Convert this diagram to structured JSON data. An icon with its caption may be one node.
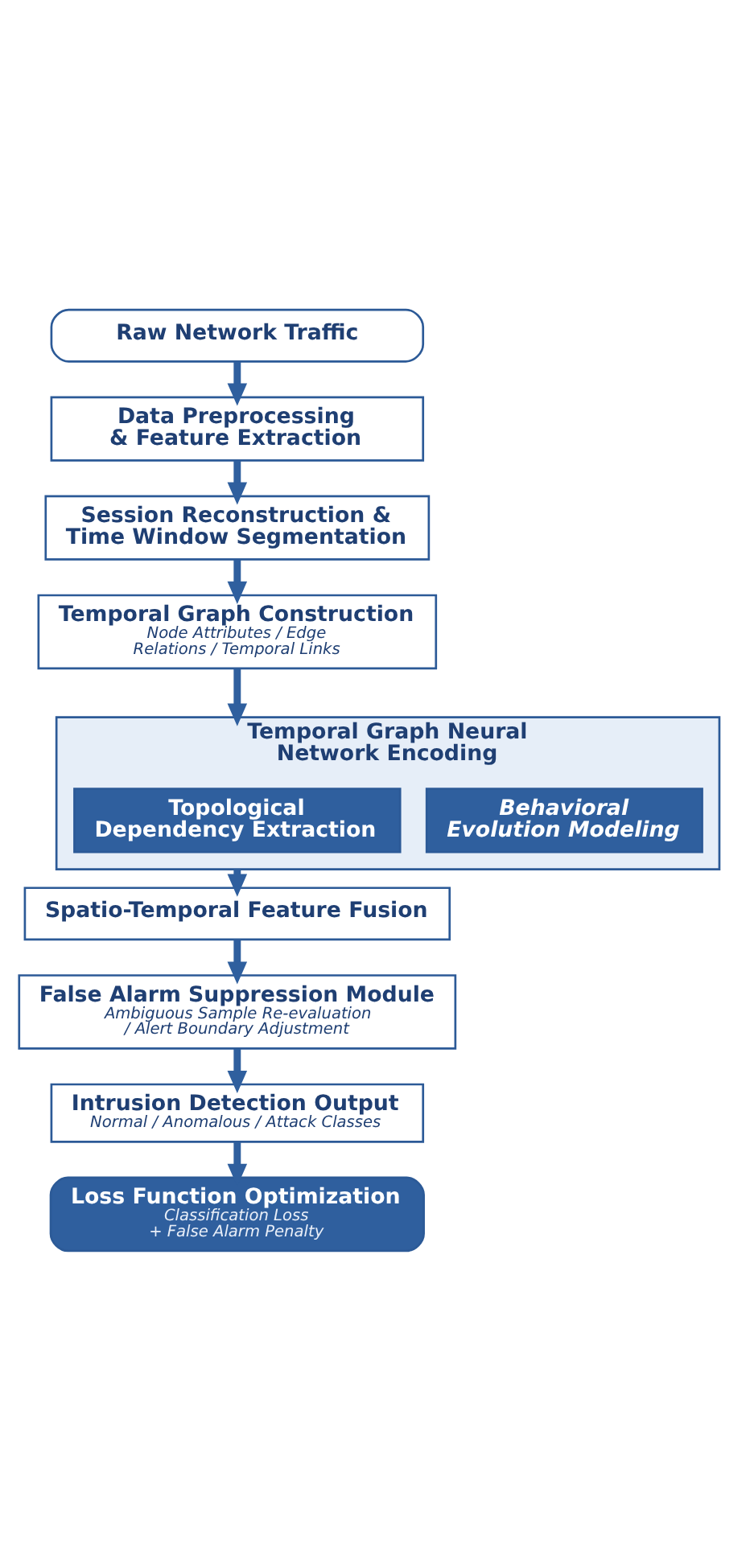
{
  "diagram": {
    "nodes": [
      {
        "text": [
          "Raw Network Traffic"
        ]
      },
      {
        "text": [
          "Data Preprocessing & Feature Extraction"
        ]
      },
      {
        "text": [
          "Session Reconstruction & Time Window Segmentation"
        ]
      },
      {
        "text": [
          "Temporal Graph Construction",
          "Node Attributes / Edge Relations / Temporal Links"
        ]
      },
      {
        "text": [
          "Temporal Graph Neural Network Encoding"
        ]
      },
      {
        "text": [
          "Topological Dependency Extraction"
        ],
        "in": 4
      },
      {
        "text": [
          "Behavioral Evolution Modeling"
        ],
        "in": 4
      },
      {
        "text": [
          "Spatio-Temporal Feature Fusion"
        ]
      },
      {
        "text": [
          "False Alarm Suppression Module",
          "Ambiguous Sample Re-evaluation / Alert Boundary Adjustment"
        ]
      },
      {
        "text": [
          "Intrusion Detection Output",
          "Normal / Anomalous / Attack Classes"
        ]
      },
      {
        "text": [
          "Loss Function Optimization",
          "Classification Loss + False Alarm Penalty"
        ]
      }
    ],
    "edges": [
      {
        "from": 0,
        "to": 1,
        "arrow": "to"
      },
      {
        "from": 1,
        "to": 2,
        "arrow": "to"
      },
      {
        "from": 2,
        "to": 3,
        "arrow": "to"
      },
      {
        "from": 3,
        "to": 4,
        "arrow": "to"
      },
      {
        "from": 4,
        "to": 7,
        "arrow": "to"
      },
      {
        "from": 7,
        "to": 8,
        "arrow": "to"
      },
      {
        "from": 8,
        "to": 9,
        "arrow": "to"
      },
      {
        "from": 9,
        "to": 10,
        "arrow": "to"
      }
    ]
  }
}
